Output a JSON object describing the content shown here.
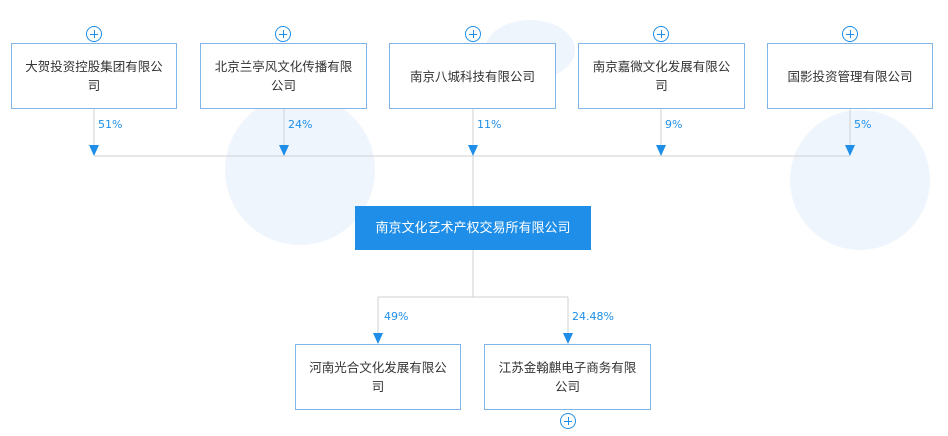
{
  "shareholders": [
    {
      "name": "大贺投资控股集团有限公司",
      "percent": "51%"
    },
    {
      "name": "北京兰亭风文化传播有限公司",
      "percent": "24%"
    },
    {
      "name": "南京八城科技有限公司",
      "percent": "11%"
    },
    {
      "name": "南京嘉微文化发展有限公司",
      "percent": "9%"
    },
    {
      "name": "国影投资管理有限公司",
      "percent": "5%"
    }
  ],
  "center_company": {
    "name": "南京文化艺术产权交易所有限公司"
  },
  "investments": [
    {
      "name": "河南光合文化发展有限公司",
      "percent": "49%"
    },
    {
      "name": "江苏金翰麒电子商务有限公司",
      "percent": "24.48%"
    }
  ],
  "colors": {
    "accent": "#1e8ee8",
    "border": "#7fb5e8",
    "line": "#d0d0d0",
    "text": "#333333"
  },
  "icons": {
    "expand": "plus-circle-icon"
  }
}
